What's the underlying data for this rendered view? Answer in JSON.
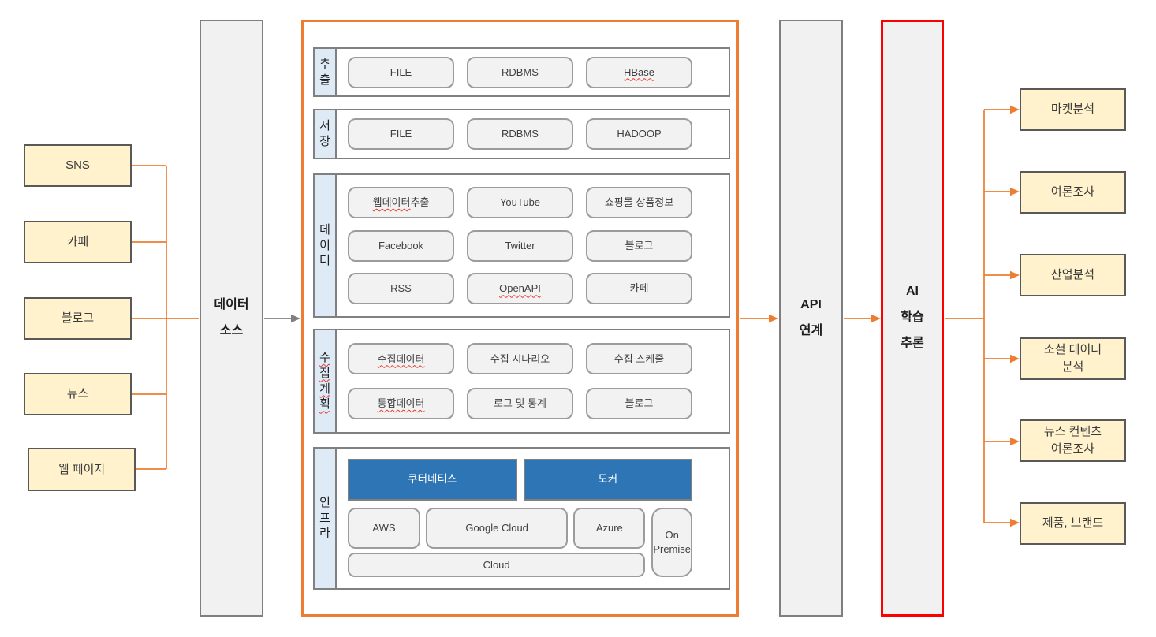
{
  "left_sources": [
    {
      "label": "SNS"
    },
    {
      "label": "카페"
    },
    {
      "label": "블로그"
    },
    {
      "label": "뉴스"
    },
    {
      "label": "웹 페이지"
    }
  ],
  "data_source_pillar": {
    "label": "데이터\n소스"
  },
  "pipeline": {
    "sections": [
      {
        "label": "추출",
        "label_squiggle": false,
        "rows": [
          [
            {
              "text": "FILE"
            },
            {
              "text": "RDBMS"
            },
            {
              "text": "HBase",
              "squiggle": true
            }
          ]
        ]
      },
      {
        "label": "저장",
        "label_squiggle": false,
        "rows": [
          [
            {
              "text": "FILE"
            },
            {
              "text": "RDBMS"
            },
            {
              "text": "HADOOP"
            }
          ]
        ]
      },
      {
        "label": "데이터",
        "label_squiggle": false,
        "rows": [
          [
            {
              "parts": [
                {
                  "text": "웹데이터",
                  "squiggle": true
                },
                {
                  "text": " 추출",
                  "squiggle": false
                }
              ]
            },
            {
              "text": "YouTube"
            },
            {
              "text": "쇼핑몰 상품정보"
            }
          ],
          [
            {
              "text": "Facebook"
            },
            {
              "text": "Twitter"
            },
            {
              "text": "블로그"
            }
          ],
          [
            {
              "text": "RSS"
            },
            {
              "text": "OpenAPI",
              "squiggle": true
            },
            {
              "text": "카페"
            }
          ]
        ]
      },
      {
        "label": "수집계획",
        "label_squiggle": true,
        "rows": [
          [
            {
              "text": "수집데이터",
              "squiggle": true
            },
            {
              "text": "수집 시나리오"
            },
            {
              "text": "수집 스케줄"
            }
          ],
          [
            {
              "text": "통합데이터",
              "squiggle": true
            },
            {
              "text": "로그 및 통계"
            },
            {
              "text": "블로그"
            }
          ]
        ]
      },
      {
        "label": "인프라",
        "label_squiggle": false,
        "infra": {
          "platform_row": [
            {
              "text": "쿠터네티스"
            },
            {
              "text": "도커"
            }
          ],
          "cloud_row": [
            {
              "text": "AWS"
            },
            {
              "text": "Google Cloud"
            },
            {
              "text": "Azure"
            }
          ],
          "cloud_wide": {
            "text": "Cloud"
          },
          "on_premise": {
            "text": "On\nPremise"
          }
        }
      }
    ]
  },
  "api_pillar": {
    "label": "API\n연계"
  },
  "ai_pillar": {
    "label": "AI\n학습\n추론"
  },
  "right_outputs": [
    {
      "label": "마켓분석"
    },
    {
      "label": "여론조사"
    },
    {
      "label": "산업분석"
    },
    {
      "label": "소셜 데이터\n분석"
    },
    {
      "label": "뉴스 컨텐츠\n여론조사"
    },
    {
      "label": "제품, 브랜드"
    }
  ],
  "colors": {
    "accent_orange": "#ED7D31",
    "accent_red": "#FF0000",
    "platform_blue": "#2E75B6",
    "source_yellow": "#FFF2CC",
    "label_blue": "#DEEBF7",
    "pillar_gray": "#F1F1F1",
    "squiggle_red": "#E8352B"
  }
}
